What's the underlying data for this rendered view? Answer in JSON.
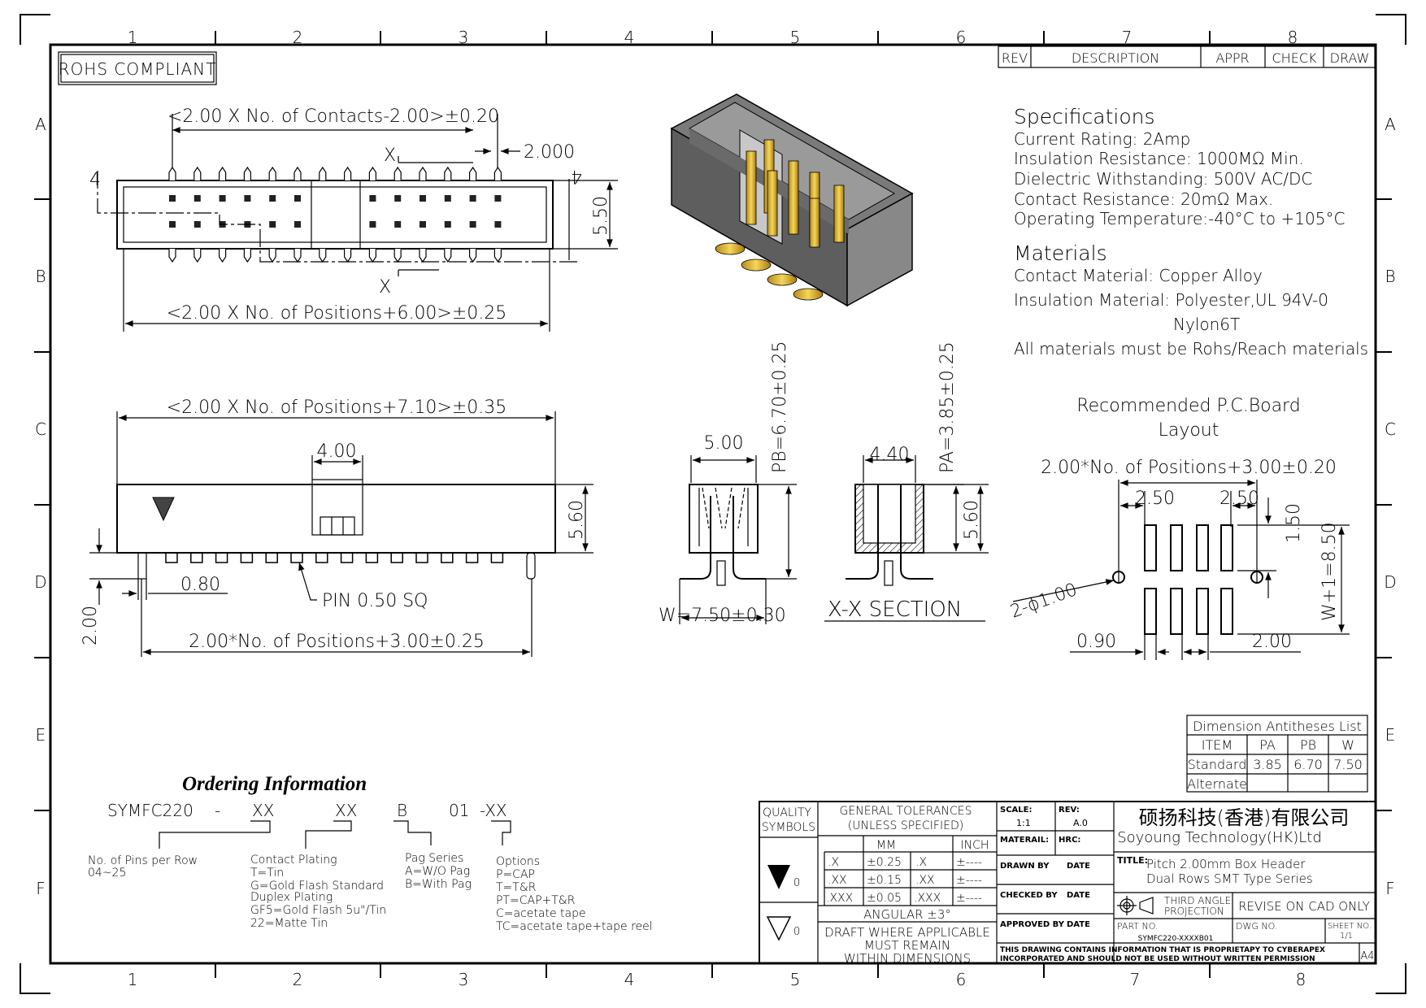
{
  "border": {
    "top_zones": [
      "1",
      "2",
      "3",
      "4",
      "5",
      "6",
      "7",
      "8"
    ],
    "bottom_zones": [
      "1",
      "2",
      "3",
      "4",
      "5",
      "6",
      "7",
      "8"
    ],
    "left_zones": [
      "A",
      "B",
      "C",
      "D",
      "E",
      "F"
    ],
    "right_zones": [
      "A",
      "B",
      "C",
      "D",
      "E",
      "F"
    ]
  },
  "rohs": "ROHS COMPLIANT",
  "rev_block": {
    "rev": "REV",
    "description": "DESCRIPTION",
    "appr": "APPR",
    "check": "CHECK",
    "draw": "DRAW"
  },
  "top_view": {
    "dim_top": "<2.00 X No. of Contacts-2.00>±0.20",
    "dim_pitch": "2.000",
    "dim_height": "5.50",
    "dim_bottom": "<2.00 X No. of Positions+6.00>±0.25",
    "section_mark": "X",
    "view_mark": "4"
  },
  "side_view": {
    "dim_top": "<2.00 X No. of Positions+7.10>±0.35",
    "dim_key": "4.00",
    "dim_height": "5.60",
    "dim_post": "0.80",
    "pin_label": "PIN 0.50 SQ",
    "dim_left": "2.00",
    "dim_bottom": "2.00*No. of Positions+3.00±0.25"
  },
  "end_view": {
    "dim_top": "5.00",
    "dim_pb": "PB=6.70±0.25",
    "dim_w": "W=7.50±0.30"
  },
  "section_view": {
    "dim_top": "4.40",
    "dim_pa": "PA=3.85±0.25",
    "dim_height": "5.60",
    "title": "X-X SECTION"
  },
  "specifications": {
    "heading": "Specifications",
    "lines": [
      "Current Rating: 2Amp",
      "Insulation Resistance: 1000MΩ Min.",
      "Dielectric Withstanding: 500V AC/DC",
      "Contact Resistance: 20mΩ Max.",
      "Operating Temperature:-40°C to +105°C"
    ]
  },
  "materials": {
    "heading": "Materials",
    "lines": [
      "Contact Material: Copper Alloy",
      "Insulation Material: Polyester,UL 94V-0",
      "Nylon6T",
      "All materials must be Rohs/Reach materials"
    ]
  },
  "pcb_layout": {
    "title_1": "Recommended P.C.Board",
    "title_2": "Layout",
    "dim_top": "2.00*No. of Positions+3.00±0.20",
    "dim_left_hole": "2.50",
    "dim_right_hole": "2.50",
    "dim_pad_len": "1.50",
    "dim_hole": "2-ϕ1.00",
    "dim_w": "W+1=8.50",
    "dim_pad_w": "0.90",
    "dim_pitch": "2.00"
  },
  "dim_table": {
    "title": "Dimension Antitheses List",
    "headers": [
      "ITEM",
      "PA",
      "PB",
      "W"
    ],
    "rows": [
      [
        "Standard",
        "3.85",
        "6.70",
        "7.50"
      ],
      [
        "Alternate",
        "",
        "",
        ""
      ]
    ]
  },
  "ordering": {
    "title": "Ordering Information",
    "codes": [
      "SYMFC220",
      "-",
      "XX",
      "XX",
      "B",
      "01",
      "-XX"
    ],
    "groups": [
      {
        "title": "No. of Pins per Row",
        "lines": [
          "04~25"
        ]
      },
      {
        "title": "Contact Plating",
        "lines": [
          "T=Tin",
          "G=Gold Flash Standard",
          "Duplex Plating",
          "GF5=Gold Flash 5u\"/Tin",
          "22=Matte Tin"
        ]
      },
      {
        "title": "Pag Series",
        "lines": [
          "A=W/O Pag",
          "B=With Pag"
        ]
      },
      {
        "title": "Options",
        "lines": [
          "P=CAP",
          "T=T&R",
          "PT=CAP+T&R",
          "C=acetate tape",
          "TC=acetate tape+tape reel"
        ]
      }
    ]
  },
  "title_block": {
    "quality": [
      "QUALITY",
      "SYMBOLS"
    ],
    "sym1": "0",
    "sym2": "0",
    "tol_title": [
      "GENERAL TOLERANCES",
      "(UNLESS SPECIFIED)"
    ],
    "mm": "MM",
    "inch": "INCH",
    "tol_rows": [
      [
        ".X",
        "±0.25",
        ".X",
        "±----"
      ],
      [
        ".XX",
        "±0.15",
        ".XX",
        "±----"
      ],
      [
        ".XXX",
        "±0.05",
        ".XXX",
        "±----"
      ]
    ],
    "angular": "ANGULAR ±3°",
    "draft": [
      "DRAFT WHERE APPLICABLE",
      "MUST REMAIN",
      "WITHIN DIMENSIONS"
    ],
    "scale_label": "SCALE:",
    "scale": "1:1",
    "rev_label": "REV:",
    "rev": "A.0",
    "material_label": "MATERAIL:",
    "hrc_label": "HRC:",
    "drawn_by": "DRAWN BY",
    "checked_by": "CHECKED BY",
    "approved_by": "APPROVED BY",
    "date": "DATE",
    "company_cn": "硕扬科技(香港)有限公司",
    "company_en": "Soyoung Technology(HK)Ltd",
    "title_label": "TITLE:",
    "title_1": "Pitch 2.00mm Box Header",
    "title_2": "Dual Rows SMT Type Series",
    "projection": [
      "THIRD ANGLE",
      "PROJECTION"
    ],
    "revise": "REVISE ON CAD ONLY",
    "part_no_label": "PART NO.",
    "part_no": "SYMFC220-XXXXB01",
    "dwg_no_label": "DWG NO.",
    "sheet_label": "SHEET NO.",
    "sheet": "1/1",
    "notice": [
      "THIS DRAWING CONTAINS INFORMATION THAT IS PROPRIETAPY TO CYBERAPEX",
      "INCORPORATED AND SHOULD NOT BE USED WITHOUT WRITTEN PERMISSION"
    ],
    "size": "A4"
  }
}
